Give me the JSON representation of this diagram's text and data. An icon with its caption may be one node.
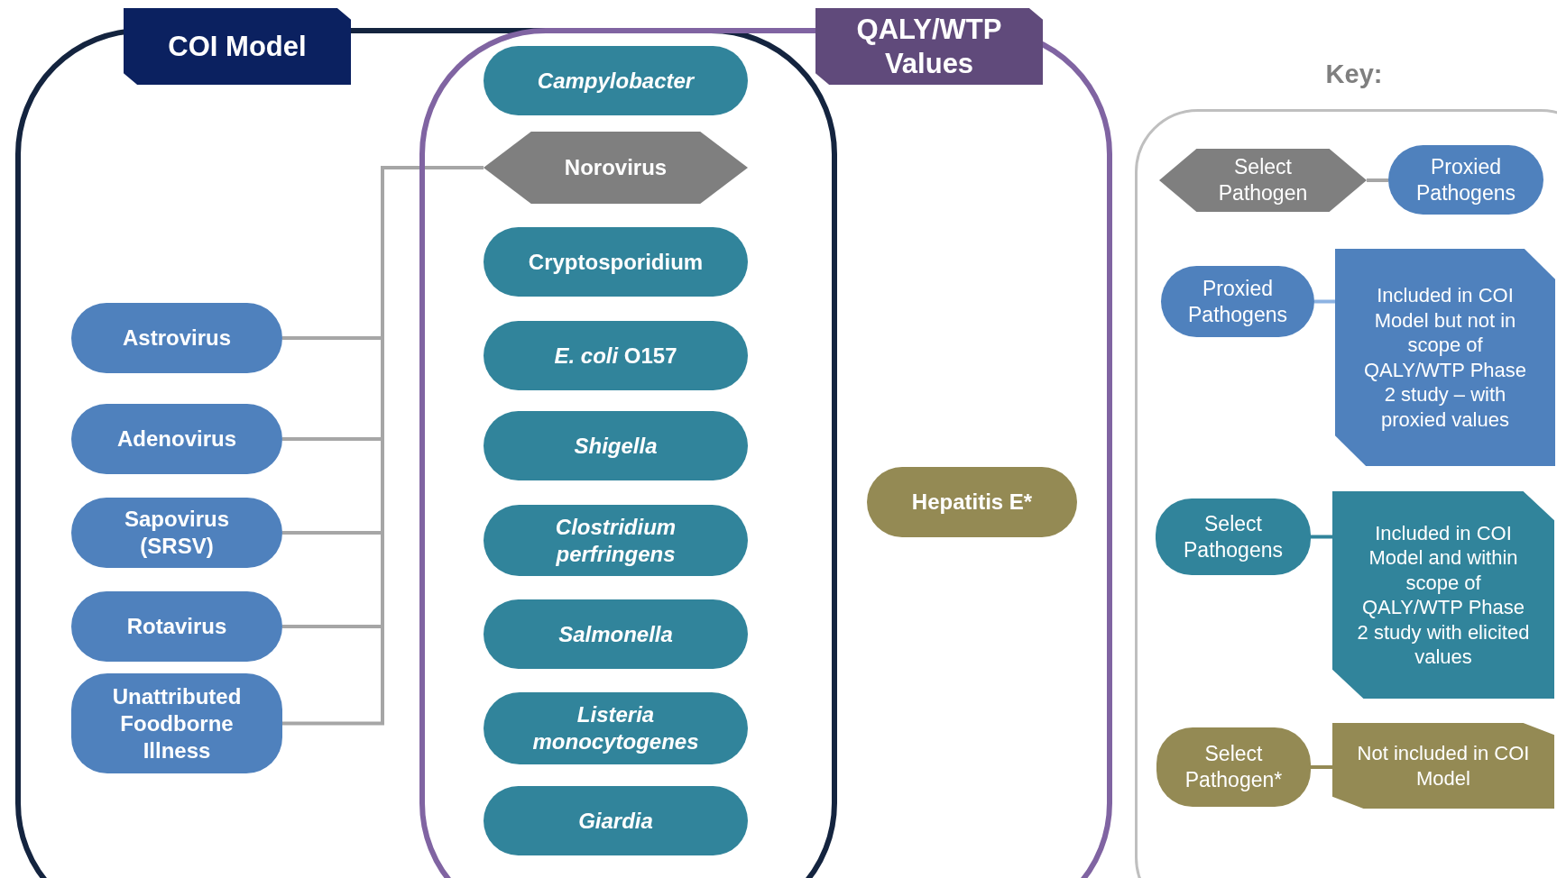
{
  "diagram": {
    "nodes": [
      {
        "text": [
          "COI Model"
        ]
      },
      {
        "text": [
          "QALY/WTP Values"
        ]
      },
      {
        "text": [
          "Campylobacter"
        ]
      },
      {
        "text": [
          "Norovirus"
        ]
      },
      {
        "text": [
          "Cryptosporidium"
        ]
      },
      {
        "text": [
          "*E. coli* O157"
        ]
      },
      {
        "text": [
          "Shigella"
        ]
      },
      {
        "text": [
          "Clostridium perfringens"
        ]
      },
      {
        "text": [
          "Salmonella"
        ]
      },
      {
        "text": [
          "Listeria monocytogenes"
        ]
      },
      {
        "text": [
          "Giardia"
        ]
      },
      {
        "text": [
          "Astrovirus"
        ],
        "in": 0
      },
      {
        "text": [
          "Adenovirus"
        ],
        "in": 0
      },
      {
        "text": [
          "Sapovirus (SRSV)"
        ],
        "in": 0
      },
      {
        "text": [
          "Rotavirus"
        ],
        "in": 0
      },
      {
        "text": [
          "Unattributed Foodborne Illness"
        ],
        "in": 0
      },
      {
        "text": [
          "Hepatitis E*"
        ],
        "in": 1
      },
      {
        "text": [
          "Key:"
        ]
      },
      {
        "text": [
          "Select Pathogen"
        ],
        "in": 17
      },
      {
        "text": [
          "Proxied Pathogens"
        ],
        "in": 17
      },
      {
        "text": [
          "Proxied Pathogens"
        ],
        "in": 17
      },
      {
        "text": [
          "Included in COI Model but not in scope of QALY/WTP Phase 2 study – with proxied values"
        ],
        "in": 17
      },
      {
        "text": [
          "Select Pathogens"
        ],
        "in": 17
      },
      {
        "text": [
          "Included in COI Model and within scope of QALY/WTP Phase 2 study with elicited values"
        ],
        "in": 17
      },
      {
        "text": [
          "Select Pathogen*"
        ],
        "in": 17
      },
      {
        "text": [
          "Not included in COI Model"
        ],
        "in": 17
      }
    ],
    "edges": [
      {
        "from": 11,
        "to": 3,
        "arrow": "none"
      },
      {
        "from": 12,
        "to": 3,
        "arrow": "none"
      },
      {
        "from": 13,
        "to": 3,
        "arrow": "none"
      },
      {
        "from": 14,
        "to": 3,
        "arrow": "none"
      },
      {
        "from": 15,
        "to": 3,
        "arrow": "none"
      },
      {
        "from": 18,
        "to": 19,
        "arrow": "none"
      },
      {
        "from": 20,
        "to": 21,
        "arrow": "none",
        "color": "#8db3e2"
      },
      {
        "from": 22,
        "to": 23,
        "arrow": "none",
        "color": "#31849b"
      },
      {
        "from": 24,
        "to": 25,
        "arrow": "none",
        "color": "#948a54"
      }
    ]
  }
}
